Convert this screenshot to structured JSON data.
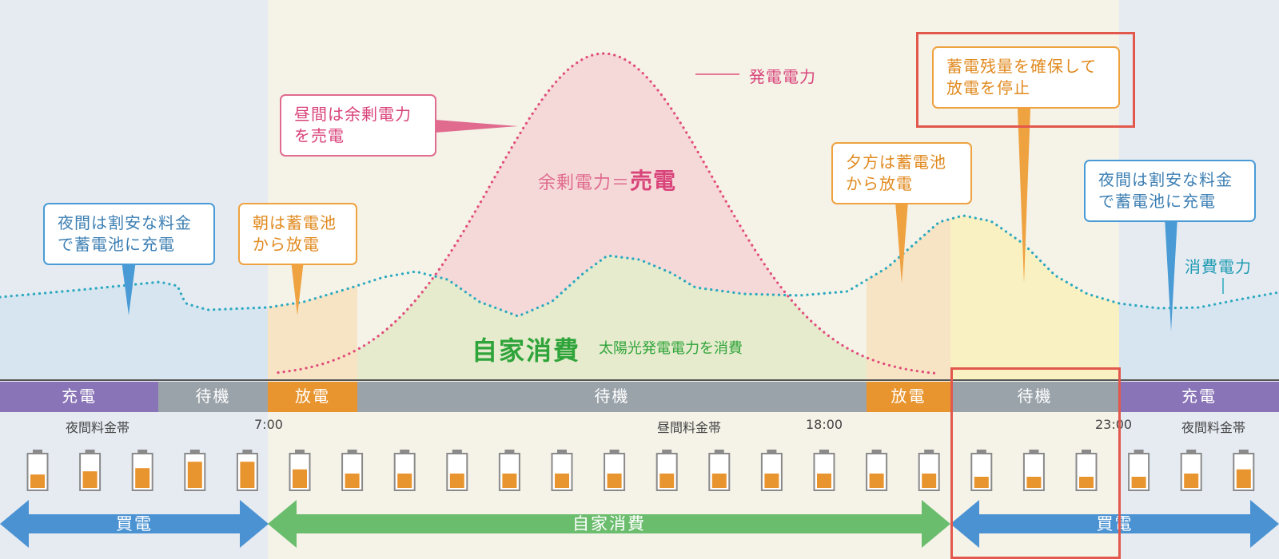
{
  "colors": {
    "night_bg": "#e6ebf2",
    "day_bg": "#f5f2e8",
    "surplus_fill": "#f5d9d8",
    "self_consumption_fill": "#e5ebcc",
    "battery_discharge_fill": "#f7e4c4",
    "evening_wait_fill": "#faf1c2",
    "night_consumption_fill": "#d7e5f0",
    "generation_line": "#e14d7a",
    "consumption_line": "#2ba9bf",
    "charge_purple": "#8a74b8",
    "standby_gray": "#9aa3aa",
    "discharge_orange": "#e9952f",
    "buy_blue": "#4a92d2",
    "self_green": "#6bbd6e",
    "highlight_red": "#e2584d"
  },
  "curve_labels": {
    "generation": "発電電力",
    "consumption": "消費電力",
    "surplus_prefix": "余剰電力＝",
    "surplus_emphasis": "売電",
    "self_consumption": "自家消費",
    "self_consumption_note": "太陽光発電電力を消費"
  },
  "callouts": {
    "night_charge_left": "夜間は割安な料金\nで蓄電池に充電",
    "morning_discharge": "朝は蓄電池\nから放電",
    "daytime_sell": "昼間は余剰電力\nを売電",
    "evening_discharge": "夕方は蓄電池\nから放電",
    "reserve_stop": "蓄電残量を確保して\n放電を停止",
    "night_charge_right": "夜間は割安な料金\nで蓄電池に充電"
  },
  "status_bar": [
    {
      "label": "充電",
      "type": "charge"
    },
    {
      "label": "待機",
      "type": "standby"
    },
    {
      "label": "放電",
      "type": "discharge"
    },
    {
      "label": "待機",
      "type": "standby"
    },
    {
      "label": "放電",
      "type": "discharge"
    },
    {
      "label": "待機",
      "type": "standby"
    },
    {
      "label": "充電",
      "type": "charge"
    }
  ],
  "time_labels": {
    "night_rate_left": "夜間料金帯",
    "t0700": "7:00",
    "day_rate": "昼間料金帯",
    "t1800": "18:00",
    "t2300": "23:00",
    "night_rate_right": "夜間料金帯"
  },
  "battery_levels": [
    0.42,
    0.52,
    0.62,
    0.82,
    0.82,
    0.58,
    0.45,
    0.45,
    0.45,
    0.45,
    0.45,
    0.45,
    0.45,
    0.45,
    0.45,
    0.45,
    0.45,
    0.45,
    0.35,
    0.35,
    0.35,
    0.35,
    0.45,
    0.58
  ],
  "flow_arrows": {
    "buy_left": "買電",
    "self": "自家消費",
    "buy_right": "買電"
  }
}
